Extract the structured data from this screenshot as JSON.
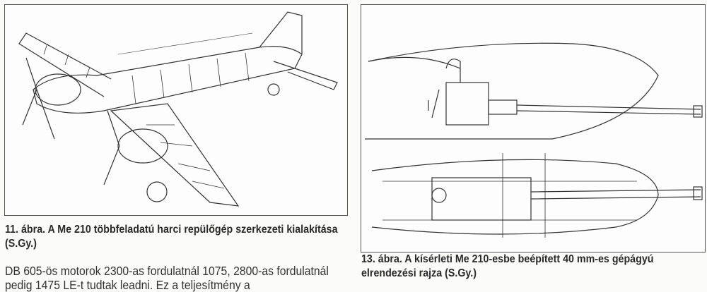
{
  "figure11": {
    "caption_number": "11. ábra.",
    "caption_text": "A Me 210 többfeladatú harci repülőgép szerkezeti kialakítása (S.Gy.)"
  },
  "figure13": {
    "caption_number": "13. ábra.",
    "caption_text": "A kísérleti Me 210-esbe beépített 40 mm-es gépágyú elrendezési rajza (S.Gy.)"
  },
  "body_text": "DB 605-ös motorok 2300-as fordulatnál 1075, 2800-as fordulatnál pedig 1475 LE-t tudtak leadni. Ez a teljesítmény a"
}
